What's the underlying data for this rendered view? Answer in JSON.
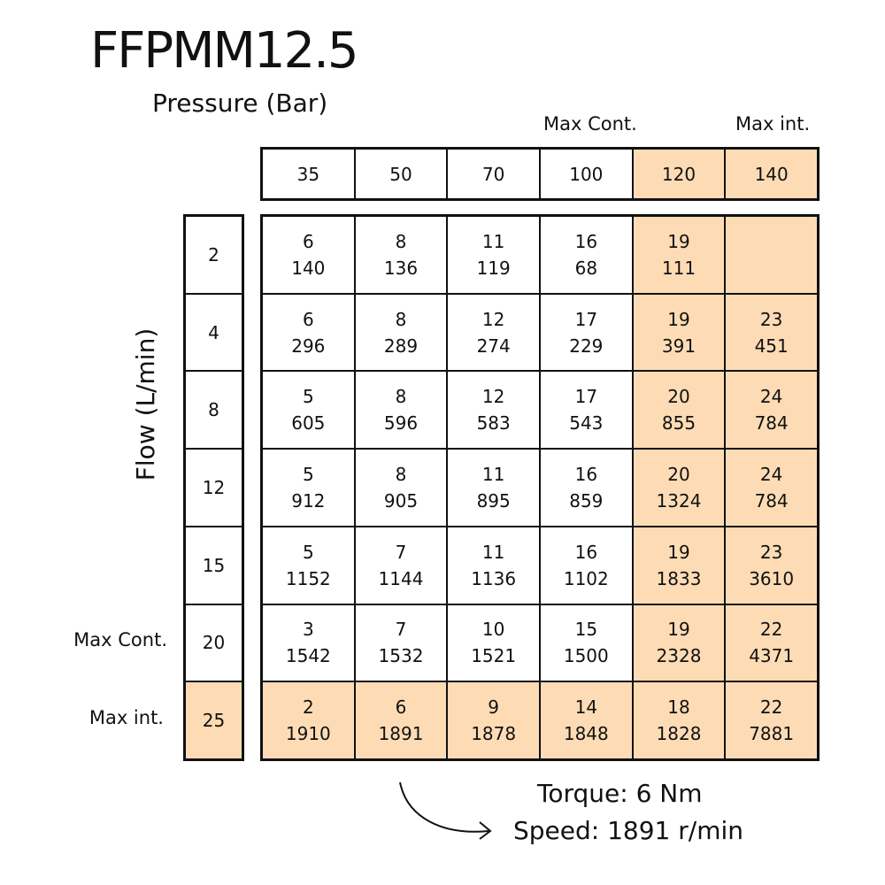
{
  "chart_data": {
    "type": "table",
    "title": "FFPMM12.5",
    "column_axis_label": "Pressure (Bar)",
    "row_axis_label": "Flow (L/min)",
    "pressures": [
      "35",
      "50",
      "70",
      "100",
      "120",
      "140"
    ],
    "flows": [
      "2",
      "4",
      "8",
      "12",
      "15",
      "20",
      "25"
    ],
    "column_annotations": [
      {
        "label": "Max Cont.",
        "pressure": "100"
      },
      {
        "label": "Max int.",
        "pressure": "140"
      }
    ],
    "row_annotations": [
      {
        "label": "Max Cont.",
        "flow": "20"
      },
      {
        "label": "Max int.",
        "flow": "25"
      }
    ],
    "cells": [
      [
        {
          "torque": "6",
          "speed": "140"
        },
        {
          "torque": "8",
          "speed": "136"
        },
        {
          "torque": "11",
          "speed": "119"
        },
        {
          "torque": "16",
          "speed": "68"
        },
        {
          "torque": "19",
          "speed": "111"
        },
        {
          "torque": "",
          "speed": ""
        }
      ],
      [
        {
          "torque": "6",
          "speed": "296"
        },
        {
          "torque": "8",
          "speed": "289"
        },
        {
          "torque": "12",
          "speed": "274"
        },
        {
          "torque": "17",
          "speed": "229"
        },
        {
          "torque": "19",
          "speed": "391"
        },
        {
          "torque": "23",
          "speed": "451"
        }
      ],
      [
        {
          "torque": "5",
          "speed": "605"
        },
        {
          "torque": "8",
          "speed": "596"
        },
        {
          "torque": "12",
          "speed": "583"
        },
        {
          "torque": "17",
          "speed": "543"
        },
        {
          "torque": "20",
          "speed": "855"
        },
        {
          "torque": "24",
          "speed": "784"
        }
      ],
      [
        {
          "torque": "5",
          "speed": "912"
        },
        {
          "torque": "8",
          "speed": "905"
        },
        {
          "torque": "11",
          "speed": "895"
        },
        {
          "torque": "16",
          "speed": "859"
        },
        {
          "torque": "20",
          "speed": "1324"
        },
        {
          "torque": "24",
          "speed": "784"
        }
      ],
      [
        {
          "torque": "5",
          "speed": "1152"
        },
        {
          "torque": "7",
          "speed": "1144"
        },
        {
          "torque": "11",
          "speed": "1136"
        },
        {
          "torque": "16",
          "speed": "1102"
        },
        {
          "torque": "19",
          "speed": "1833"
        },
        {
          "torque": "23",
          "speed": "3610"
        }
      ],
      [
        {
          "torque": "3",
          "speed": "1542"
        },
        {
          "torque": "7",
          "speed": "1532"
        },
        {
          "torque": "10",
          "speed": "1521"
        },
        {
          "torque": "15",
          "speed": "1500"
        },
        {
          "torque": "19",
          "speed": "2328"
        },
        {
          "torque": "22",
          "speed": "4371"
        }
      ],
      [
        {
          "torque": "2",
          "speed": "1910"
        },
        {
          "torque": "6",
          "speed": "1891"
        },
        {
          "torque": "9",
          "speed": "1878"
        },
        {
          "torque": "14",
          "speed": "1848"
        },
        {
          "torque": "18",
          "speed": "1828"
        },
        {
          "torque": "22",
          "speed": "7881"
        }
      ]
    ],
    "highlight_color": "#fddcb5",
    "highlighted_pressures": [
      "120",
      "140"
    ],
    "highlighted_flows": [
      "25"
    ],
    "legend_example": {
      "torque_text": "Torque: 6 Nm",
      "speed_text": "Speed: 1891 r/min"
    }
  }
}
